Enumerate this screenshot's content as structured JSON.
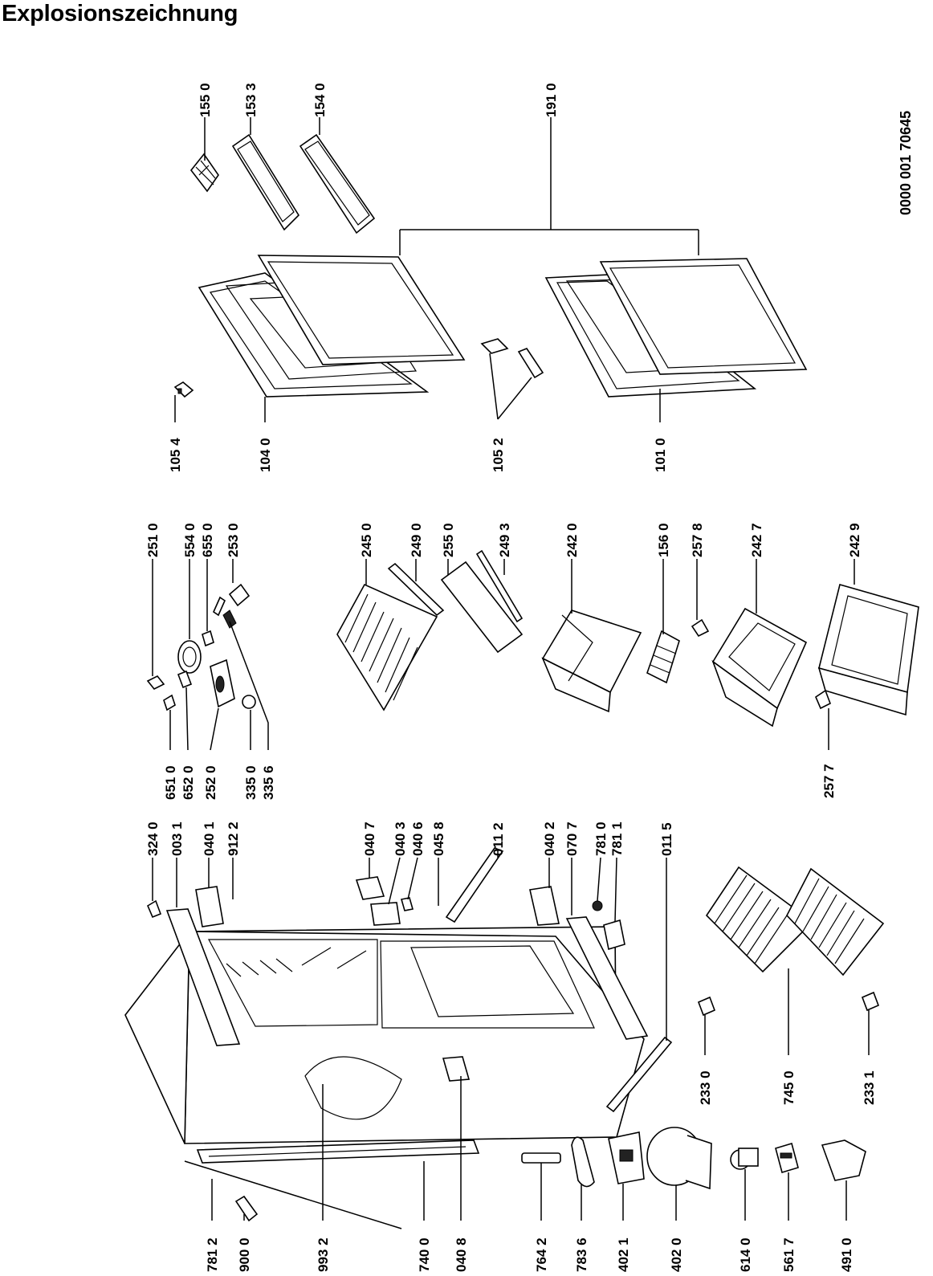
{
  "title": "Explosionszeichnung",
  "document_number": "0000 001 70645",
  "part_labels": {
    "p1550": "155 0",
    "p1533": "153 3",
    "p1540": "154 0",
    "p1910": "191 0",
    "p1054": "105 4",
    "p1040": "104 0",
    "p1052": "105 2",
    "p1010": "101 0",
    "p2510": "251 0",
    "p5540": "554 0",
    "p6550": "655 0",
    "p2530": "253 0",
    "p6510": "651 0",
    "p6520": "652 0",
    "p2520": "252 0",
    "p3350": "335 0",
    "p3356": "335 6",
    "p2450": "245 0",
    "p2490": "249 0",
    "p2550": "255 0",
    "p2493": "249 3",
    "p2420": "242 0",
    "p1560": "156 0",
    "p2578": "257 8",
    "p2427": "242 7",
    "p2429": "242 9",
    "p2577": "257 7",
    "p3240": "324 0",
    "p0031": "003 1",
    "p0401": "040 1",
    "p9122": "912 2",
    "p0407": "040 7",
    "p0403": "040 3",
    "p0406": "040 6",
    "p0458": "045 8",
    "p0112": "011 2",
    "p0402": "040 2",
    "p0707": "070 7",
    "p7810": "781 0",
    "p7811": "781 1",
    "p0115": "011 5",
    "p2330": "233 0",
    "p7450": "745 0",
    "p2331": "233 1",
    "p7812": "781 2",
    "p9000": "900 0",
    "p9932": "993 2",
    "p7400": "740 0",
    "p0408": "040 8",
    "p7642": "764 2",
    "p7836": "783 6",
    "p4021": "402 1",
    "p4020": "402 0",
    "p6140": "614 0",
    "p5617": "561 7",
    "p4910": "491 0"
  }
}
